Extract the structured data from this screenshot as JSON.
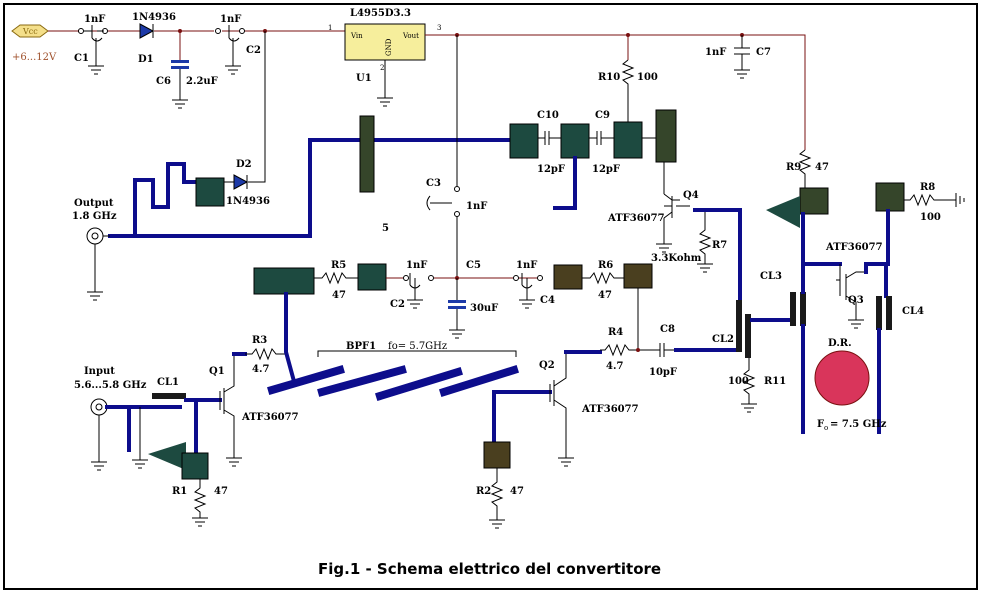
{
  "supply": {
    "tag": "Vcc",
    "range": "+6...12V"
  },
  "caption": "Fig.1 - Schema elettrico del convertitore",
  "regulator": {
    "part": "L4955D3.3",
    "ref": "U1",
    "vin": "Vin",
    "vout": "Vout",
    "gnd": "GND",
    "pin1": "1",
    "pin2": "2",
    "pin3": "3"
  },
  "capacitors": {
    "c1": {
      "ref": "C1",
      "value": "1nF"
    },
    "c2a": {
      "ref": "C2",
      "value": "1nF"
    },
    "c6": {
      "ref": "C6",
      "value": "2.2uF"
    },
    "c7": {
      "ref": "C7",
      "value": "1nF"
    },
    "c10": {
      "ref": "C10",
      "value": "12pF"
    },
    "c9": {
      "ref": "C9",
      "value": "12pF"
    },
    "c3": {
      "ref": "C3",
      "value": "1nF"
    },
    "c2b": {
      "ref": "C2",
      "value": "1nF"
    },
    "c5": {
      "ref": "C5",
      "value": "30uF"
    },
    "c4": {
      "ref": "C4",
      "value": "1nF"
    },
    "c8": {
      "ref": "C8",
      "value": "10pF"
    }
  },
  "diodes": {
    "d1": {
      "ref": "D1",
      "part": "1N4936"
    },
    "d2": {
      "ref": "D2",
      "part": "1N4936"
    }
  },
  "resistors": {
    "r10": {
      "ref": "R10",
      "value": "100"
    },
    "r9": {
      "ref": "R9",
      "value": "47"
    },
    "r8": {
      "ref": "R8",
      "value": "100"
    },
    "r7": {
      "ref": "R7",
      "value": "3.3Kohm"
    },
    "r5": {
      "ref": "R5",
      "value": "47"
    },
    "r6": {
      "ref": "R6",
      "value": "47"
    },
    "r3": {
      "ref": "R3",
      "value": "4.7"
    },
    "r4": {
      "ref": "R4",
      "value": "4.7"
    },
    "r11": {
      "ref": "R11",
      "value": "100"
    },
    "r1": {
      "ref": "R1",
      "value": "47"
    },
    "r2": {
      "ref": "R2",
      "value": "47"
    }
  },
  "transistors": {
    "q1": {
      "ref": "Q1",
      "part": "ATF36077"
    },
    "q2": {
      "ref": "Q2",
      "part": "ATF36077"
    },
    "q3": {
      "ref": "Q3",
      "part": "ATF36077"
    },
    "q4": {
      "ref": "Q4",
      "part": "ATF36077"
    }
  },
  "lines": {
    "cl1": "CL1",
    "cl2": "CL2",
    "cl3": "CL3",
    "cl4": "CL4"
  },
  "output": {
    "label": "Output",
    "freq": "1.8 GHz"
  },
  "input": {
    "label": "Input",
    "freq": "5.6...5.8 GHz"
  },
  "bpf": {
    "label": "BPF1",
    "fo": "fo= 5.7GHz"
  },
  "resonator": {
    "label": "D.R.",
    "fo_prefix": "F",
    "fo_sub": "o",
    "fo_value": "= 7.5 GHz"
  },
  "node_label": "5"
}
